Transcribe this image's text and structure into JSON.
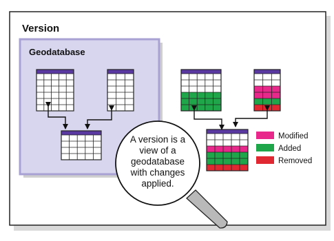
{
  "title": "Version",
  "panel_title": "Geodatabase",
  "callout_lines": [
    "A version is a",
    "view of a",
    "geodatabase",
    "with changes",
    "applied."
  ],
  "legend": [
    {
      "label": "Modified",
      "color": "#e8288a"
    },
    {
      "label": "Added",
      "color": "#1fa64a"
    },
    {
      "label": "Removed",
      "color": "#e02832"
    }
  ],
  "colors": {
    "header": "#5a3aa0",
    "panel_fill": "#d8d6ee",
    "panel_border": "#a8a2d4",
    "shadow": "#d9d9d9",
    "grid_line": "#222222",
    "magnifier": "#b9b9b9"
  }
}
